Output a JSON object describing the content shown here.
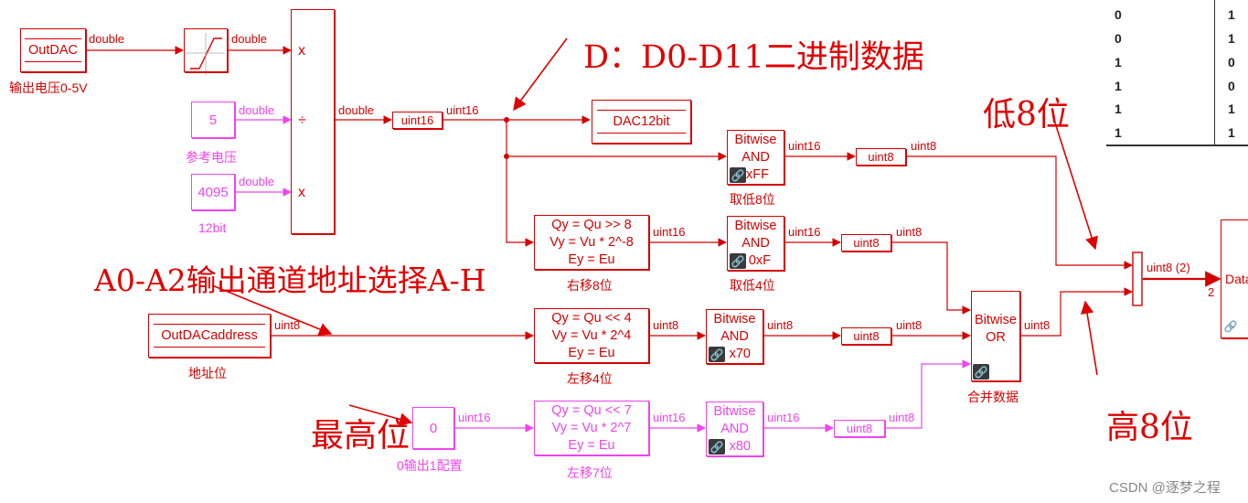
{
  "blocks": {
    "outdac": {
      "label": "OutDAC",
      "caption": "输出电压0-5V"
    },
    "const5": {
      "value": "5",
      "caption": "参考电压"
    },
    "const4095": {
      "value": "4095",
      "caption": "12bit"
    },
    "product": {
      "ops": [
        "x",
        "÷",
        "x"
      ]
    },
    "conv_main": {
      "label": "uint16"
    },
    "dac12bit": {
      "label": "DAC12bit"
    },
    "and_ff": {
      "line1": "Bitwise",
      "line2": "AND",
      "mask": "xFF",
      "caption": "取低8位"
    },
    "conv_ff": {
      "label": "uint8"
    },
    "shr8": {
      "line1": "Qy = Qu >> 8",
      "line2": "Vy = Vu * 2^-8",
      "line3": "Ey = Eu",
      "caption": "右移8位"
    },
    "and_f": {
      "line1": "Bitwise",
      "line2": "AND",
      "mask": "0xF",
      "caption": "取低4位"
    },
    "conv_f": {
      "label": "uint8"
    },
    "addr": {
      "label": "OutDACaddress",
      "caption": "地址位"
    },
    "shl4": {
      "line1": "Qy = Qu << 4",
      "line2": "Vy = Vu * 2^4",
      "line3": "Ey = Eu",
      "caption": "左移4位"
    },
    "and_70": {
      "line1": "Bitwise",
      "line2": "AND",
      "mask": "x70"
    },
    "conv_70": {
      "label": "uint8"
    },
    "or_blk": {
      "line1": "Bitwise",
      "line2": "OR",
      "caption": "合并数据"
    },
    "const0": {
      "value": "0",
      "caption": "0输出1配置"
    },
    "shl7": {
      "line1": "Qy = Qu << 7",
      "line2": "Vy = Vu * 2^7",
      "line3": "Ey = Eu",
      "caption": "左移7位"
    },
    "and_80": {
      "line1": "Bitwise",
      "line2": "AND",
      "mask": "x80"
    },
    "conv_80": {
      "label": "uint8"
    },
    "data_blk": {
      "label": "Data",
      "port": "2"
    }
  },
  "signals": {
    "s_outdac": "double",
    "s_sat": "double",
    "s_5": "double",
    "s_4095": "double",
    "s_prod": "double",
    "s_u16": "uint16",
    "s_and_ff": "uint16",
    "s_conv_ff": "uint8",
    "s_shr8": "uint16",
    "s_and_f": "uint16",
    "s_conv_f": "uint8",
    "s_addr": "uint8",
    "s_shl4": "uint8",
    "s_and_70": "uint8",
    "s_conv_70": "uint8",
    "s_or": "uint8",
    "s_0": "uint16",
    "s_shl7": "uint16",
    "s_and_80": "uint16",
    "s_conv_80": "uint8",
    "s_mux": "uint8 (2)"
  },
  "annotations": {
    "d_bits": "D：D0-D11二进制数据",
    "low8": "低8位",
    "addr_sel": "A0-A2输出通道地址选择A-H",
    "high8": "高8位",
    "msb": "最高位"
  },
  "table": {
    "rows": [
      [
        "0",
        "1"
      ],
      [
        "0",
        "1"
      ],
      [
        "1",
        "0"
      ],
      [
        "1",
        "0"
      ],
      [
        "1",
        "1"
      ],
      [
        "1",
        "1"
      ]
    ]
  },
  "watermark": "CSDN @逐梦之程",
  "colors": {
    "block": "#d40000",
    "constant": "#ee44ee",
    "annotation": "#e00000"
  }
}
